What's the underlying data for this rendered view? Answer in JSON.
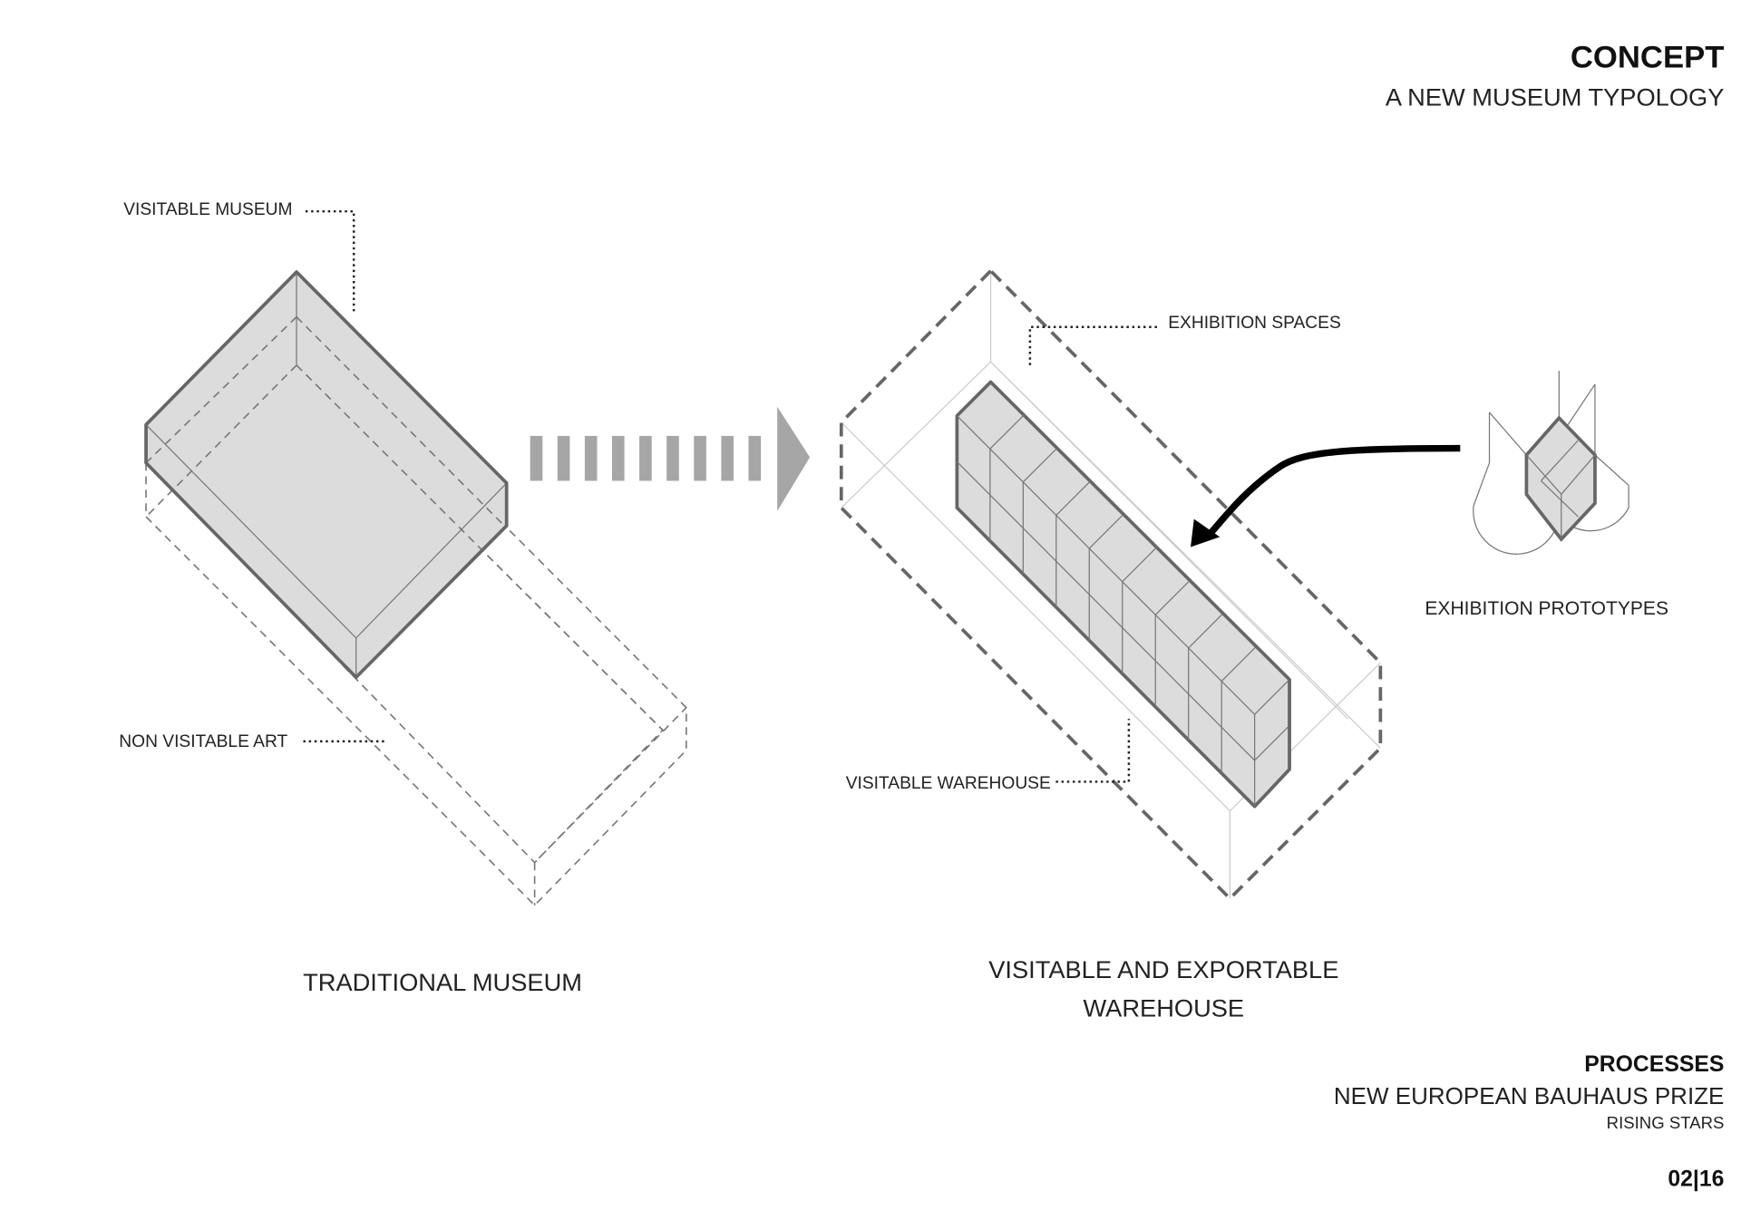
{
  "header": {
    "title": "CONCEPT",
    "subtitle": "A NEW MUSEUM TYPOLOGY"
  },
  "left_diagram": {
    "label_visitable_museum": "VISITABLE MUSEUM",
    "label_non_visitable_art": "NON VISITABLE ART",
    "caption": "TRADITIONAL MUSEUM"
  },
  "right_diagram": {
    "label_exhibition_spaces": "EXHIBITION SPACES",
    "label_visitable_warehouse": "VISITABLE WAREHOUSE",
    "label_exhibition_prototypes": "EXHIBITION PROTOTYPES",
    "caption_line1": "VISITABLE AND EXPORTABLE",
    "caption_line2": "WAREHOUSE",
    "cell_columns": 9,
    "cell_rows": 2
  },
  "footer": {
    "section": "PROCESSES",
    "prize": "NEW EUROPEAN BAUHAUS PRIZE",
    "category": "RISING STARS",
    "page": "02",
    "total": "16"
  },
  "colors": {
    "fill": "#dcdcdc",
    "stroke": "#666666",
    "arrow": "#a6a6a6"
  }
}
